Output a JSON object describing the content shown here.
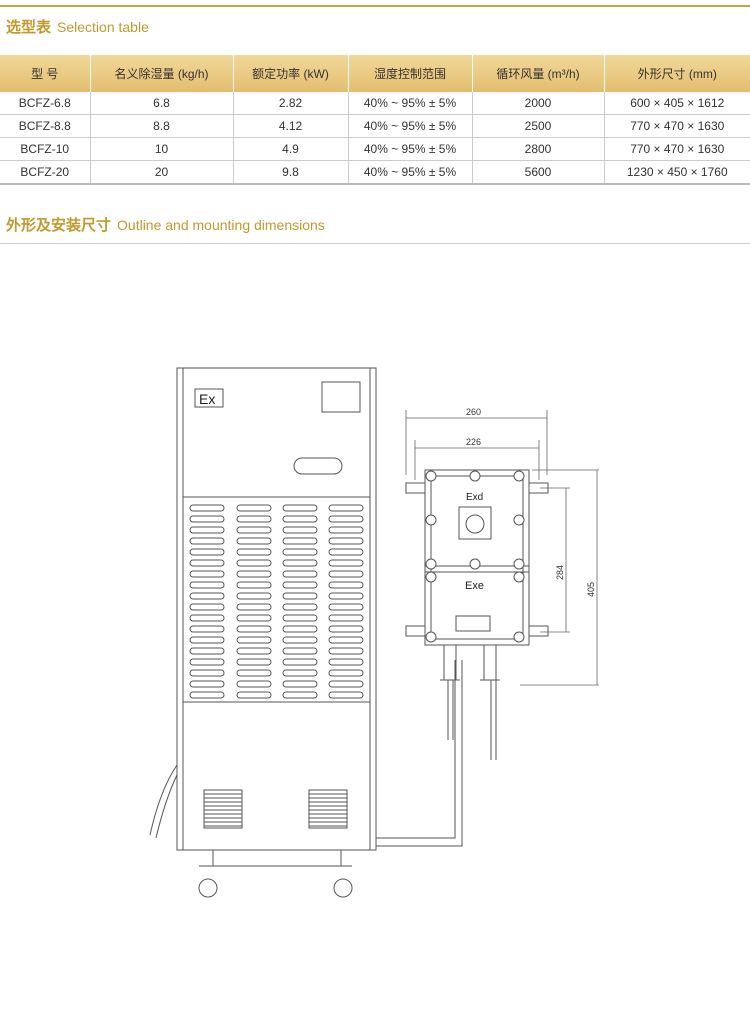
{
  "section1": {
    "cn": "选型表",
    "en": "Selection table"
  },
  "section2": {
    "cn": "外形及安装尺寸",
    "en": "Outline and mounting dimensions"
  },
  "table": {
    "headers": [
      "型 号",
      "名义除湿量 (kg/h)",
      "额定功率 (kW)",
      "湿度控制范围",
      "循环风量 (m³/h)",
      "外形尺寸 (mm)"
    ],
    "rows": [
      [
        "BCFZ-6.8",
        "6.8",
        "2.82",
        "40% ~ 95% ± 5%",
        "2000",
        "600 × 405 × 1612"
      ],
      [
        "BCFZ-8.8",
        "8.8",
        "4.12",
        "40% ~ 95% ± 5%",
        "2500",
        "770 × 470 × 1630"
      ],
      [
        "BCFZ-10",
        "10",
        "4.9",
        "40% ~ 95% ± 5%",
        "2800",
        "770 × 470 × 1630"
      ],
      [
        "BCFZ-20",
        "20",
        "9.8",
        "40% ~ 95% ± 5%",
        "5600",
        "1230 × 450 × 1760"
      ]
    ]
  },
  "drawing": {
    "ex_label": "Ex",
    "exd_label": "Exd",
    "exe_label": "Exe",
    "dim_260": "260",
    "dim_226": "226",
    "dim_284": "284",
    "dim_405": "405"
  },
  "colors": {
    "accent": "#c9a23a"
  }
}
